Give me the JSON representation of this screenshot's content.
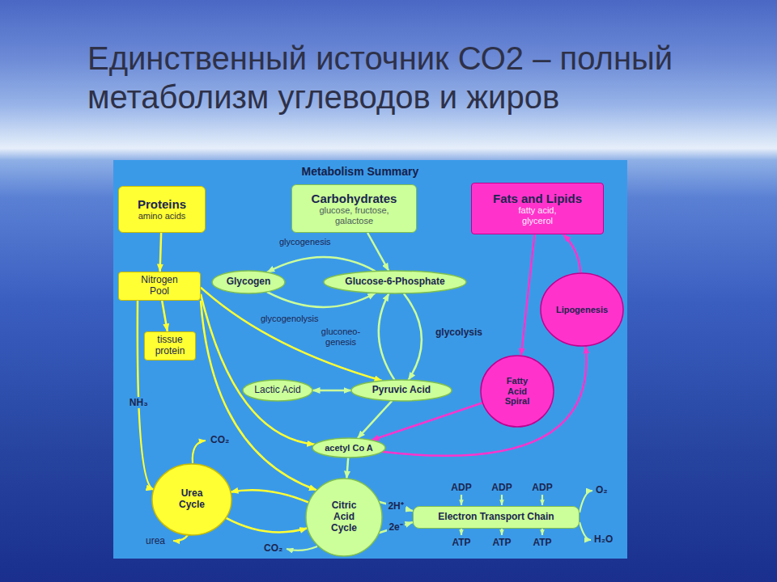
{
  "diagram": {
    "title": "Единственный источник СО2 – полный метаболизм углеводов и жиров",
    "nodes": [
      {
        "text": [
          "Proteins",
          "amino acids"
        ]
      },
      {
        "text": [
          "Carbohydrates",
          "glucose, fructose, galactose"
        ]
      },
      {
        "text": [
          "Fats and Lipids",
          "fatty acid, glycerol"
        ]
      },
      {
        "text": [
          "Nitrogen Pool"
        ]
      },
      {
        "text": [
          "Glycogen"
        ]
      },
      {
        "text": [
          "Glucose-6-Phosphate"
        ]
      },
      {
        "text": [
          "tissue protein"
        ]
      },
      {
        "text": [
          "Lipogenesis"
        ]
      },
      {
        "text": [
          "Lactic Acid"
        ]
      },
      {
        "text": [
          "Pyruvic Acid"
        ]
      },
      {
        "text": [
          "Fatty Acid Spiral"
        ]
      },
      {
        "text": [
          "acetyl Co A"
        ]
      },
      {
        "text": [
          "Urea Cycle"
        ]
      },
      {
        "text": [
          "Citric Acid Cycle"
        ]
      },
      {
        "text": [
          "Electron Transport Chain"
        ]
      }
    ],
    "edges": [
      {
        "from": 0,
        "to": 3,
        "arrow": "to"
      },
      {
        "from": 1,
        "to": 5,
        "arrow": "to"
      },
      {
        "from": 2,
        "to": 10,
        "arrow": "to"
      },
      {
        "from": 7,
        "to": 2,
        "arrow": "to"
      },
      {
        "from": 5,
        "to": 4,
        "label": "glycogenesis",
        "arrow": "to"
      },
      {
        "from": 4,
        "to": 5,
        "label": "glycogenolysis",
        "arrow": "to"
      },
      {
        "from": 5,
        "to": 9,
        "label": "glycolysis",
        "arrow": "to"
      },
      {
        "from": 9,
        "to": 5,
        "label": "gluconeo- genesis",
        "arrow": "to"
      },
      {
        "from": 3,
        "to": 6,
        "arrow": "to"
      },
      {
        "from": 3,
        "to": 12,
        "label": "NH₃",
        "arrow": "to"
      },
      {
        "from": 3,
        "to": 9,
        "arrow": "to"
      },
      {
        "from": 3,
        "to": 11,
        "arrow": "to"
      },
      {
        "from": 3,
        "to": 13,
        "arrow": "to"
      },
      {
        "from": 8,
        "to": 9,
        "arrow": "both"
      },
      {
        "from": 9,
        "to": 11,
        "arrow": "to"
      },
      {
        "from": 10,
        "to": 11,
        "arrow": "to"
      },
      {
        "from": 11,
        "to": 7,
        "arrow": "to"
      },
      {
        "from": 11,
        "to": 13,
        "arrow": "to"
      },
      {
        "from": 13,
        "to": 12,
        "arrow": "to"
      },
      {
        "from": 12,
        "to": 13,
        "arrow": "to"
      },
      {
        "from": 13,
        "to": 14,
        "label": "2H⁺",
        "arrow": "to"
      },
      {
        "from": 13,
        "to": 14,
        "label": "2e⁻",
        "arrow": "to"
      }
    ],
    "labels": [
      "Metabolism Summary",
      "CO₂",
      "urea",
      "CO₂",
      "ADP",
      "ADP",
      "ADP",
      "ATP",
      "ATP",
      "ATP",
      "O₂",
      "H₂O"
    ]
  }
}
